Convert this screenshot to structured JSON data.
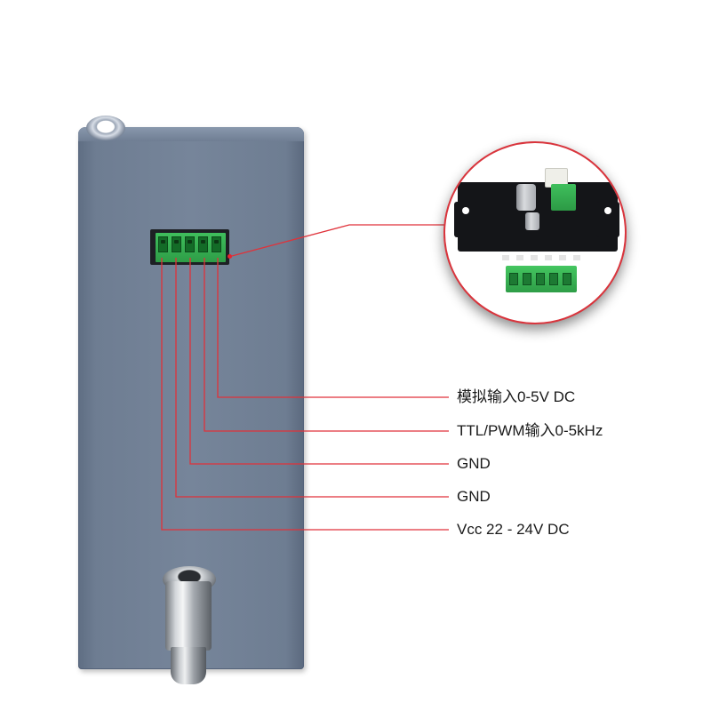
{
  "labels": [
    "模拟输入0-5V DC",
    "TTL/PWM输入0-5kHz",
    "GND",
    "GND",
    "Vcc 22 - 24V DC"
  ],
  "colors": {
    "leader_line": "#e0323a",
    "device_body": "#6e7d92",
    "terminal_green": "#3fbf5c"
  }
}
